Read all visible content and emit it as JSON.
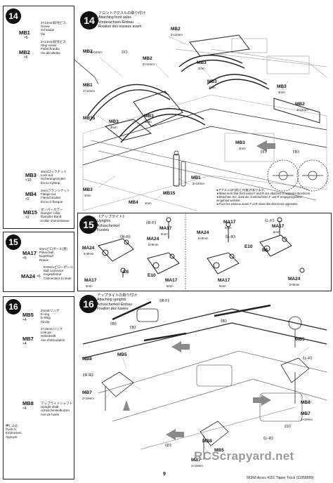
{
  "page": {
    "number": "9",
    "footer": "56366 Arocs 4151 Tipper Truck (11058999)",
    "watermark": "RCScrapyard.net"
  },
  "sidebar_step14": {
    "step": "14",
    "parts": [
      {
        "code": "MB1",
        "count": "×6",
        "desc": [
          "3×14mm段付ビス",
          "Screw",
          "Schraube",
          "Vis"
        ]
      },
      {
        "code": "MB2",
        "count": "×6",
        "desc": [
          "3×14mm段付ビス",
          "Step screw",
          "Paßschraube",
          "Vis décolletée"
        ]
      },
      {
        "code": "MB3",
        "count": "×10",
        "desc": [
          "3mmロックナット",
          "Lock nut",
          "Sicherungsmutter",
          "Écrou nylstop"
        ]
      },
      {
        "code": "MB4",
        "count": "×2",
        "desc": [
          "3mmフランジナット",
          "Flange nut",
          "Flanschmutter",
          "Écrou à flasque"
        ]
      },
      {
        "code": "MB15",
        "count": "×2",
        "desc": [
          "ダンパーカラー",
          "Damper collar",
          "Dämpfer-Bund",
          "Collier d'amortisseur"
        ]
      }
    ]
  },
  "sidebar_step15": {
    "step": "15",
    "parts": [
      {
        "code": "MA17",
        "count": "×6",
        "desc": [
          "5mmピロボール(黒)",
          "Pillow ball",
          "Kugelkopf",
          "Rotule"
        ]
      },
      {
        "code": "MA24",
        "count": "×6",
        "desc": [
          "5×9mmピローボール",
          "Ball connector",
          "Kugelpfanne",
          "Connecteur à rotule"
        ]
      }
    ]
  },
  "sidebar_step16": {
    "step": "16",
    "parts": [
      {
        "code": "MB5",
        "count": "×4",
        "desc": [
          "2mmEリング",
          "E-ring",
          "E-Ring",
          "Circlip"
        ]
      },
      {
        "code": "MB7",
        "count": "×4",
        "desc": [
          "2×19mmリンク",
          "Link pin",
          "Gelenkstift",
          "Axe d'articulation"
        ]
      },
      {
        "code": "MB8",
        "count": "×4",
        "desc": [
          "アップライトシャフト",
          "Upright shaft",
          "Achsschenkelbolzen",
          "Axe de fusée"
        ]
      }
    ],
    "tool_desc": [
      "押し込む",
      "Push in.",
      "Eindrücken.",
      "Appuyer."
    ]
  },
  "step14": {
    "step": "14",
    "title": [
      "フロントアクスルの取り付け",
      "Attaching front axles",
      "Vorderachsen-Einbau",
      "Fixation des essieux avant"
    ],
    "labels": {
      "f": "《F》",
      "mb2_top": "MB2",
      "mb2_top_dim": "3×14mm",
      "mb2_left": "MB2",
      "mb2_left_dim": "3×14mm",
      "mb2_mid": "MB2",
      "mb2_mid_dim": "3×14mm",
      "mb2_right": "MB2",
      "mb2_right_dim": "3×14mm",
      "mb3_a": "MB3",
      "mb3_a_dim": "3mm",
      "mb3_b": "MB3",
      "mb3_b_dim": "3mm",
      "mb3_c": "MB3",
      "mb3_c_dim": "3mm",
      "mb3_d": "MB3",
      "mb3_d_dim": "3mm",
      "mb3_e": "MB3",
      "mb3_e_dim": "3mm",
      "mb3_right": "MB3",
      "mb3_right_dim": "3mm",
      "mb3_low": "MB3",
      "mb3_low_dim": "3mm",
      "mb1_left": "MB1",
      "mb1_left_dim": "3×14mm",
      "mb1_bottom": "MB1",
      "mb1_bottom_dim": "3×14mm",
      "mb15": "MB15",
      "mb15_b": "MB15",
      "mb4": "MB4",
      "mb4_dim": "3mm",
      "detail_f": "《F》",
      "detail_r": "《R》"
    },
    "note": [
      "●アクスルはF(前)とR(後)があります。",
      "★Make sure that front axles F and R are attached in opposite directions.",
      "★Beachten Sie, dass die Vorderachsen F und R entgegengesetzt",
      "eingebaut werden.",
      "★Fixer les essieux avant F et R dans des directions opposées."
    ]
  },
  "step15": {
    "step": "15",
    "title": [
      "《アップライト》",
      "Uprights",
      "Achsschenkel",
      "Fusées"
    ],
    "labels": {
      "rr": "《R-R》",
      "rf": "《R-F》",
      "lr": "《L-R》",
      "lf": "《L-F》",
      "ma24_a": "MA24",
      "ma24_a_dim": "5×9mm",
      "ma24_b": "MA24",
      "ma24_b_dim": "5×9mm",
      "ma24_c": "MA24",
      "ma24_c_dim": "5×9mm",
      "ma24_d": "MA24",
      "ma24_d_dim": "5×9mm",
      "ma17_a": "MA17",
      "ma17_a_dim": "5mm",
      "ma17_b": "MA17",
      "ma17_b_dim": "5mm",
      "ma17_c": "MA17",
      "ma17_c_dim": "5mm",
      "ma17_d": "MA17",
      "ma17_d_dim": "5mm",
      "ma17_e": "MA17",
      "ma17_e_dim": "5mm",
      "ma17_f": "MA17",
      "ma17_f_dim": "5mm",
      "e8_a": "E8",
      "e8_b": "E8",
      "e10_a": "E10",
      "e10_b": "E10"
    }
  },
  "step16": {
    "step": "16",
    "title": [
      "アップライトの取り付け",
      "Attaching uprights",
      "Achsschenkel-Einbau",
      "Fixation des fusées"
    ],
    "labels": {
      "rf": "《R-F》",
      "b_left": "《B》",
      "b_mid": "《B》",
      "b_right": "《B》",
      "lf": "《L-F》",
      "rr": "《R-R》",
      "lr": "《L-R》",
      "mb5_a": "MB5",
      "mb5_b": "MB5",
      "mb5_c": "MB5",
      "mb8_a": "MB8",
      "mb8_b": "MB8",
      "mb8_c": "MB8",
      "mb7_a": "MB7",
      "mb7_a_dim": "2×19mm",
      "mb7_b": "MB7",
      "mb7_b_dim": "2×19mm",
      "mb7_c": "MB7",
      "mb7_c_dim": "2×19mm",
      "d": "《D》",
      "d2": "《D》"
    }
  }
}
